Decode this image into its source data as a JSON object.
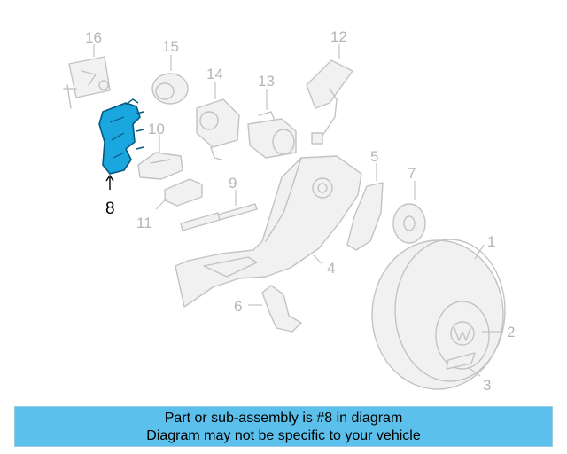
{
  "callouts": {
    "c1": "1",
    "c2": "2",
    "c3": "3",
    "c4": "4",
    "c5": "5",
    "c6": "6",
    "c7": "7",
    "c8": "8",
    "c9": "9",
    "c10": "10",
    "c11": "11",
    "c12": "12",
    "c13": "13",
    "c14": "14",
    "c15": "15",
    "c16": "16"
  },
  "highlight": {
    "part": "8",
    "color": "#1aa7e0"
  },
  "colors": {
    "banner_bg": "#5bc0eb",
    "ghost_lines": "#c3c3c3"
  },
  "banner": {
    "line1": "Part or sub-assembly is #8 in diagram",
    "line2": "Diagram may not be specific to your vehicle"
  }
}
